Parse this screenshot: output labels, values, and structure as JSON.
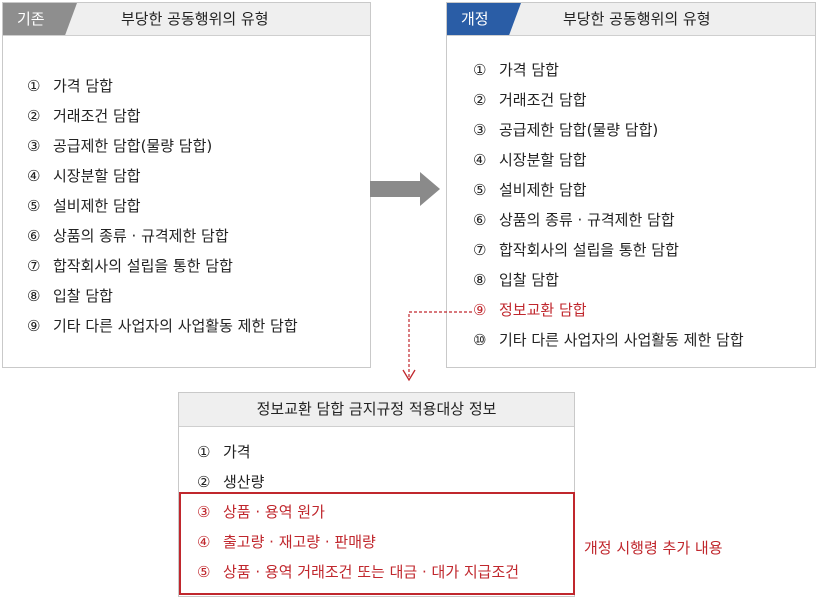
{
  "left_panel": {
    "tag": "기존",
    "title": "부당한 공동행위의 유형",
    "items": [
      {
        "num": "①",
        "text": "가격 담합"
      },
      {
        "num": "②",
        "text": "거래조건 담합"
      },
      {
        "num": "③",
        "text": "공급제한 담합(물량 담합)"
      },
      {
        "num": "④",
        "text": "시장분할 담합"
      },
      {
        "num": "⑤",
        "text": "설비제한 담합"
      },
      {
        "num": "⑥",
        "text": "상품의 종류 · 규격제한 담합"
      },
      {
        "num": "⑦",
        "text": "합작회사의 설립을 통한 담합"
      },
      {
        "num": "⑧",
        "text": "입찰 담합"
      },
      {
        "num": "⑨",
        "text": "기타 다른 사업자의 사업활동 제한 담합"
      }
    ]
  },
  "right_panel": {
    "tag": "개정",
    "title": "부당한 공동행위의 유형",
    "items": [
      {
        "num": "①",
        "text": "가격 담합"
      },
      {
        "num": "②",
        "text": "거래조건 담합"
      },
      {
        "num": "③",
        "text": "공급제한 담합(물량 담합)"
      },
      {
        "num": "④",
        "text": "시장분할 담합"
      },
      {
        "num": "⑤",
        "text": "설비제한 담합"
      },
      {
        "num": "⑥",
        "text": "상품의 종류 · 규격제한 담합"
      },
      {
        "num": "⑦",
        "text": "합작회사의 설립을 통한 담합"
      },
      {
        "num": "⑧",
        "text": "입찰 담합"
      },
      {
        "num": "⑨",
        "text": "정보교환 담합"
      },
      {
        "num": "⑩",
        "text": "기타 다른 사업자의 사업활동 제한 담합"
      }
    ]
  },
  "bottom_panel": {
    "title": "정보교환 담합 금지규정 적용대상 정보",
    "items": [
      {
        "num": "①",
        "text": "가격"
      },
      {
        "num": "②",
        "text": "생산량"
      },
      {
        "num": "③",
        "text": "상품 · 용역 원가"
      },
      {
        "num": "④",
        "text": "출고량 · 재고량 · 판매량"
      },
      {
        "num": "⑤",
        "text": "상품 · 용역 거래조건 또는 대금 · 대가 지급조건"
      }
    ]
  },
  "note": "개정 시행령 추가 내용",
  "colors": {
    "accent_red": "#c0272d",
    "tag_blue": "#2a5da6",
    "tag_gray": "#8e8e8e",
    "arrow_gray": "#8a8a8a"
  }
}
